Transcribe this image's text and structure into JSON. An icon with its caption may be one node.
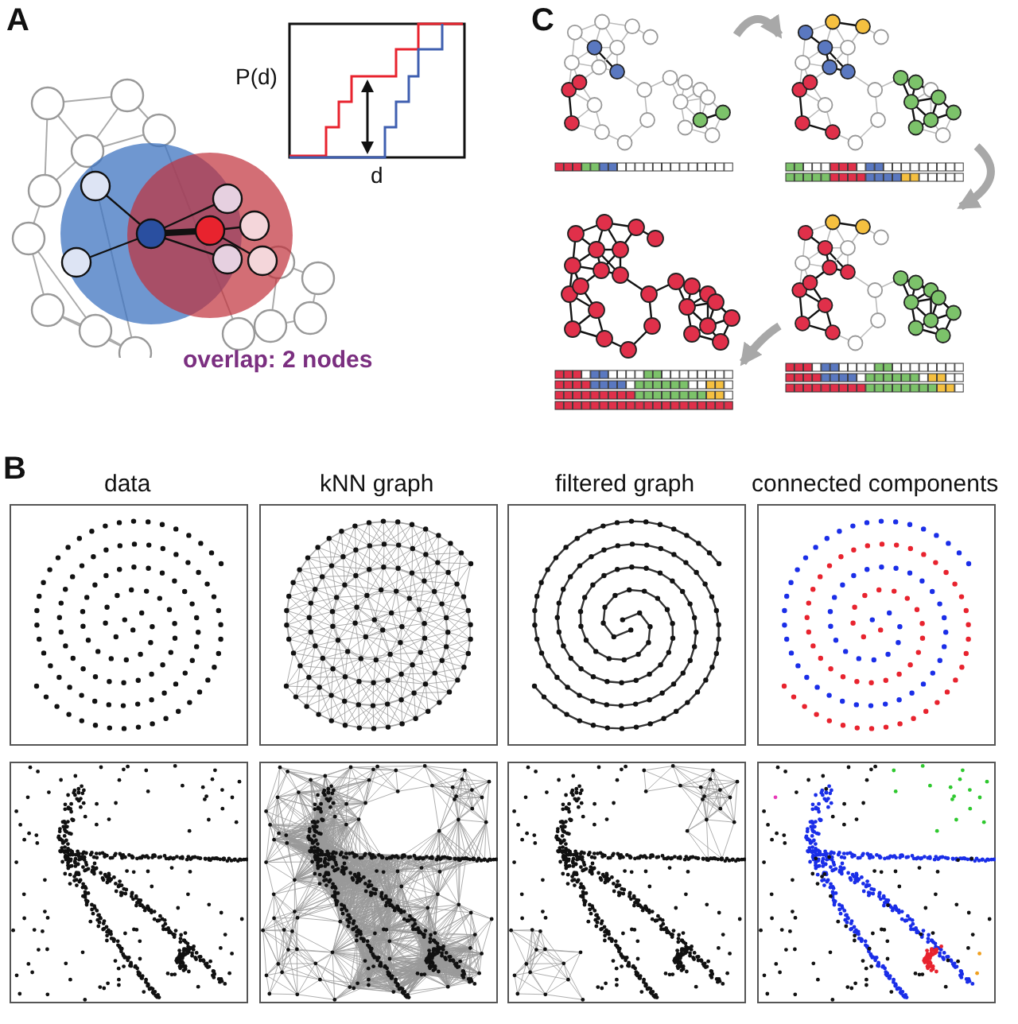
{
  "diagram": {
    "nodes": [
      {
        "text": [],
        "shape": "picture"
      },
      {
        "text": [],
        "shape": "picture"
      },
      {
        "text": [],
        "shape": "picture"
      },
      {
        "text": [],
        "shape": "picture"
      }
    ],
    "edges": [
      {
        "from": 0,
        "to": 1,
        "arrow": "to"
      },
      {
        "from": 1,
        "to": 2,
        "arrow": "to"
      },
      {
        "from": 2,
        "to": 3,
        "arrow": "to"
      }
    ],
    "labels": [
      "A",
      "P(d)",
      "d",
      "overlap: 2 nodes",
      "C",
      "B",
      "data",
      "kNN graph",
      "filtered graph",
      "connected components"
    ]
  }
}
